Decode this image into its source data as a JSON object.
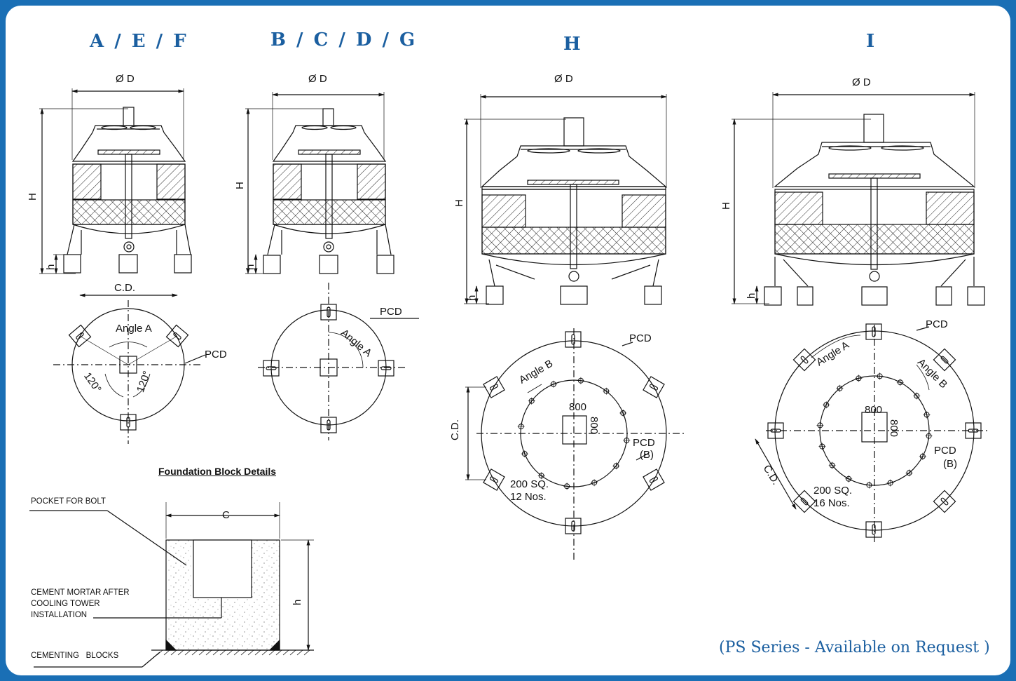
{
  "titles": {
    "t1": "A / E / F",
    "t2": "B / C / D / G",
    "t3": "H",
    "t4": "I"
  },
  "dims": {
    "diameter": "Ø D",
    "height": "H",
    "leg": "h",
    "cd": "C.D.",
    "pcd": "PCD",
    "pcd_b": "PCD",
    "pcd_b_sub": "(B)",
    "c": "C"
  },
  "angles": {
    "a": "Angle A",
    "b": "Angle B",
    "deg120": "120°"
  },
  "fan_box": {
    "w": "800",
    "h": "800"
  },
  "bolts_h": {
    "size": "200 SQ.",
    "count": "12 Nos."
  },
  "bolts_i": {
    "size": "200 SQ.",
    "count": "16 Nos."
  },
  "foundation": {
    "heading": "Foundation Block Details",
    "pocket": "POCKET FOR BOLT",
    "mortar1": "CEMENT MORTAR AFTER",
    "mortar2": "COOLING TOWER",
    "mortar3": "INSTALLATION",
    "blocks": "CEMENTING   BLOCKS"
  },
  "footer": "(PS Series - Available on Request )",
  "colors": {
    "frame": "#1a6fb5",
    "title": "#1b5fa0",
    "line": "#111111"
  }
}
